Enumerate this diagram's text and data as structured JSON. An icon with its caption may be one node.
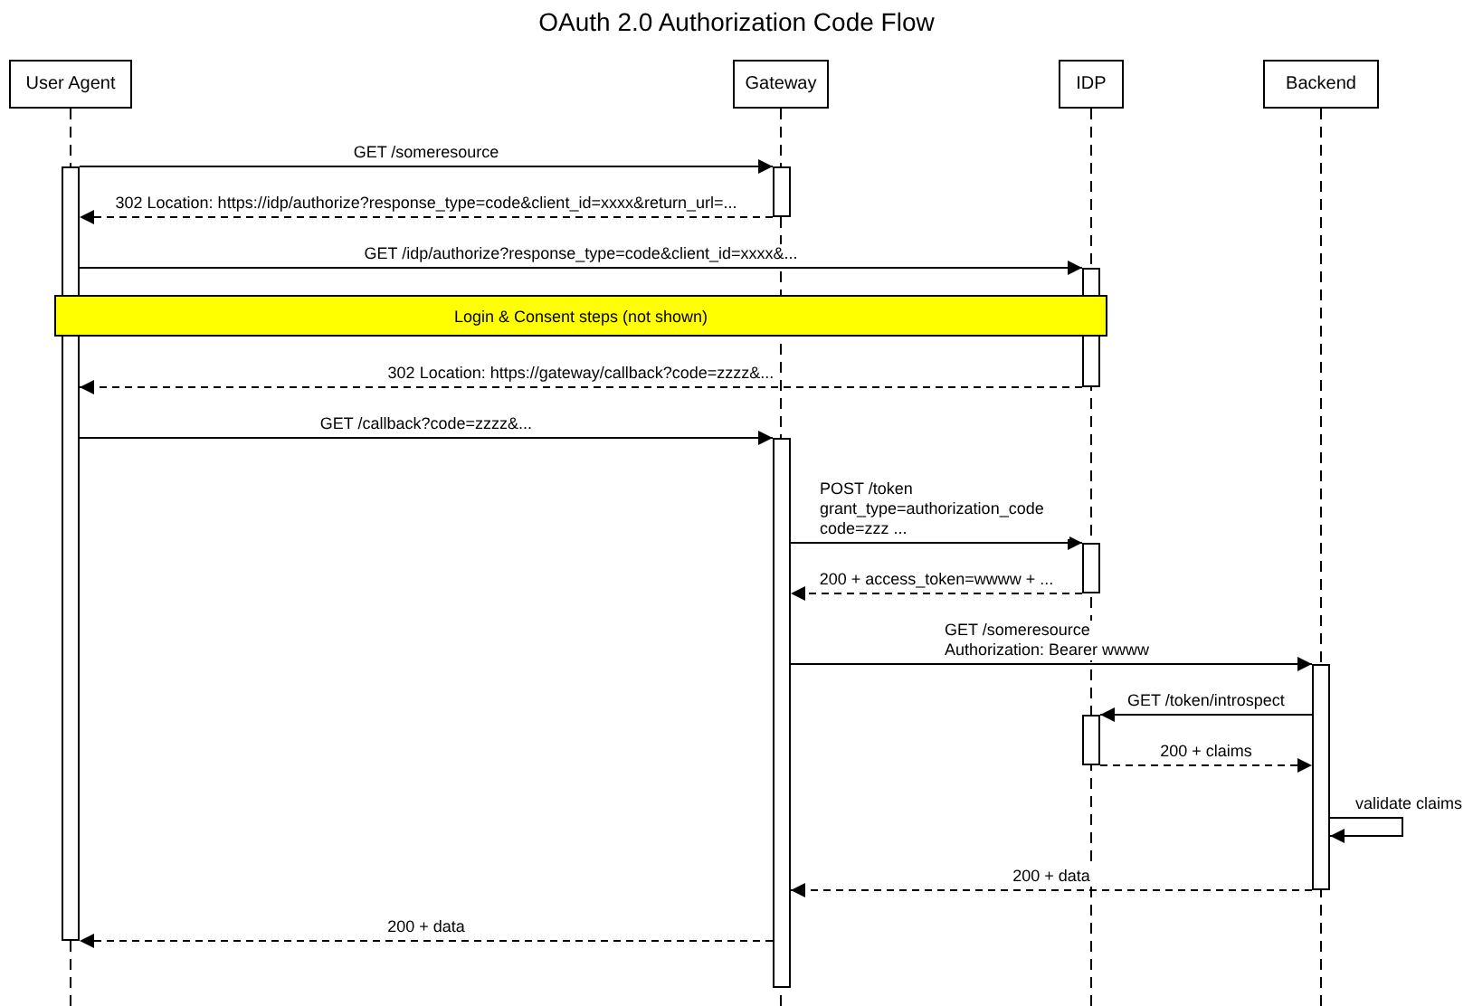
{
  "diagram": {
    "title": "OAuth 2.0 Authorization Code Flow",
    "nodes": [
      {
        "text": [
          "User Agent"
        ]
      },
      {
        "text": [
          "Gateway"
        ]
      },
      {
        "text": [
          "IDP"
        ]
      },
      {
        "text": [
          "Backend"
        ]
      },
      {
        "text": [],
        "shape": "bar"
      },
      {
        "text": [],
        "shape": "bar"
      },
      {
        "text": [],
        "shape": "bar"
      },
      {
        "text": [],
        "shape": "bar"
      },
      {
        "text": [],
        "shape": "bar"
      },
      {
        "text": [],
        "shape": "bar"
      },
      {
        "text": [],
        "shape": "bar"
      },
      {
        "text": [
          "Login & Consent steps (not shown)"
        ]
      }
    ],
    "edges": [
      {
        "from": 4,
        "to": 5,
        "arrow": "to",
        "label": "GET /someresource"
      },
      {
        "from": 5,
        "to": 4,
        "arrow": "to",
        "style": "dashed",
        "label": "302 Location: https://idp/authorize?response_type=code&client_id=xxxx&return_url=..."
      },
      {
        "from": 4,
        "to": 6,
        "arrow": "to",
        "label": "GET /idp/authorize?response_type=code&client_id=xxxx&..."
      },
      {
        "from": 6,
        "to": 4,
        "arrow": "to",
        "style": "dashed",
        "label": "302 Location: https://gateway/callback?code=zzzz&..."
      },
      {
        "from": 4,
        "to": 7,
        "arrow": "to",
        "label": "GET /callback?code=zzzz&..."
      },
      {
        "from": 7,
        "to": 8,
        "arrow": "to",
        "label": "POST /token grant_type=authorization_code code=zzz ..."
      },
      {
        "from": 8,
        "to": 7,
        "arrow": "to",
        "style": "dashed",
        "label": "200 + access_token=wwww + ..."
      },
      {
        "from": 7,
        "to": 9,
        "arrow": "to",
        "label": "GET /someresource Authorization: Bearer wwww"
      },
      {
        "from": 9,
        "to": 10,
        "arrow": "to",
        "label": "GET /token/introspect"
      },
      {
        "from": 10,
        "to": 9,
        "arrow": "to",
        "style": "dashed",
        "label": "200 + claims"
      },
      {
        "from": 9,
        "to": 9,
        "arrow": "to",
        "label": "validate claims"
      },
      {
        "from": 9,
        "to": 7,
        "arrow": "to",
        "style": "dashed",
        "label": "200 + data"
      },
      {
        "from": 7,
        "to": 4,
        "arrow": "to",
        "style": "dashed",
        "label": "200 + data"
      }
    ]
  }
}
